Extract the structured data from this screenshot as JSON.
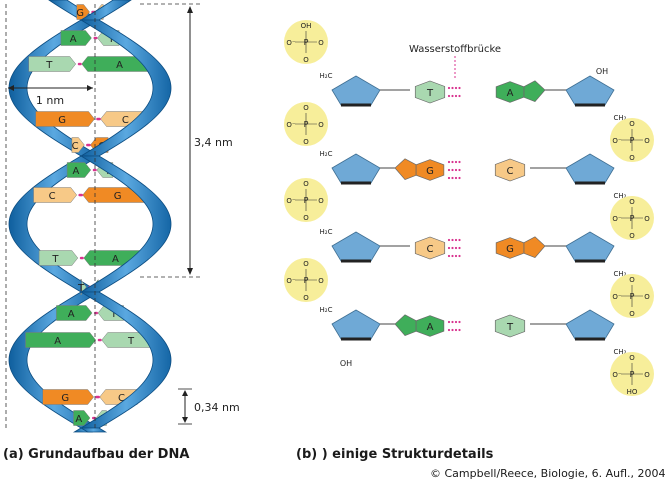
{
  "panel_a": {
    "caption": "(a) Grundaufbau der DNA",
    "width_label": "1 nm",
    "pitch_label": "3,4 nm",
    "rise_label": "0,34 nm",
    "base_pairs": [
      {
        "left": "G",
        "right": "C"
      },
      {
        "left": "A",
        "right": "T"
      },
      {
        "left": "T",
        "right": "A"
      },
      {
        "left": "G",
        "right": "C"
      },
      {
        "left": "C",
        "right": "G"
      },
      {
        "left": "A",
        "right": "T"
      },
      {
        "left": "C",
        "right": "G"
      },
      {
        "left": "T",
        "right": "A"
      },
      {
        "left": "T",
        "right": "A"
      },
      {
        "left": "A",
        "right": "T"
      },
      {
        "left": "A",
        "right": "T"
      },
      {
        "left": "G",
        "right": "C"
      },
      {
        "left": "A",
        "right": "T"
      }
    ]
  },
  "panel_b": {
    "caption": "(b) ) einige Strukturdetails",
    "hbond_label": "Wasserstoffbrücke",
    "phosphate": {
      "P": "P",
      "O": "O",
      "O_minus": "O⁻",
      "OH": "OH",
      "HO": "HO"
    },
    "ch2": "H₂C",
    "ch2_right": "CH₂",
    "oh_label": "OH",
    "rows": [
      {
        "left": "T",
        "right": "A"
      },
      {
        "left": "G",
        "right": "C"
      },
      {
        "left": "C",
        "right": "G"
      },
      {
        "left": "A",
        "right": "T"
      }
    ]
  },
  "copyright": "© Campbell/Reece, Biologie, 6. Aufl., 2004",
  "colors": {
    "A": "#3fae5a",
    "T": "#a9d8b0",
    "G": "#f08a24",
    "C": "#f7c987",
    "backbone": "#2a7fc0",
    "sugar": "#6fa9d6",
    "phosphate": "#f7ee9a",
    "hbond": "#d9338f"
  }
}
